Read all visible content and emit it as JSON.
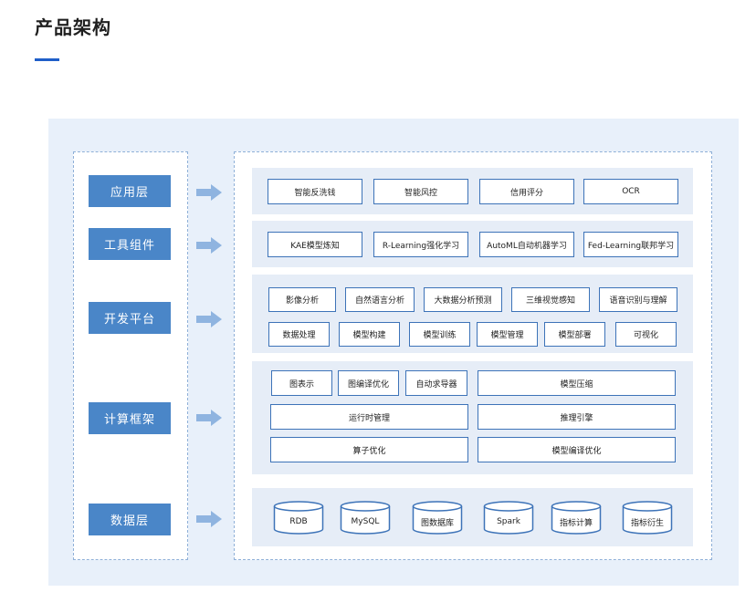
{
  "title": "产品架构",
  "colors": {
    "accent": "#4a86c8",
    "border": "#3d73b8",
    "arrow": "#8fb4e0",
    "panel": "#e6edf7",
    "background": "#e8f0fa"
  },
  "layers": [
    {
      "label": "应用层",
      "items": [
        "智能反洗钱",
        "智能风控",
        "信用评分",
        "OCR"
      ]
    },
    {
      "label": "工具组件",
      "items": [
        "KAE模型炼知",
        "R-Learning强化学习",
        "AutoML自动机器学习",
        "Fed-Learning联邦学习"
      ]
    },
    {
      "label": "开发平台",
      "row1": [
        "影像分析",
        "自然语言分析",
        "大数据分析预测",
        "三维视觉感知",
        "语音识别与理解"
      ],
      "row2": [
        "数据处理",
        "模型构建",
        "模型训练",
        "模型管理",
        "模型部署",
        "可视化"
      ]
    },
    {
      "label": "计算框架",
      "row1": [
        "图表示",
        "图编译优化",
        "自动求导器",
        "模型压缩"
      ],
      "row2": [
        "运行时管理",
        "推理引擎"
      ],
      "row3": [
        "算子优化",
        "模型编译优化"
      ]
    },
    {
      "label": "数据层",
      "items": [
        "RDB",
        "MySQL",
        "图数据库",
        "Spark",
        "指标计算",
        "指标衍生"
      ]
    }
  ]
}
